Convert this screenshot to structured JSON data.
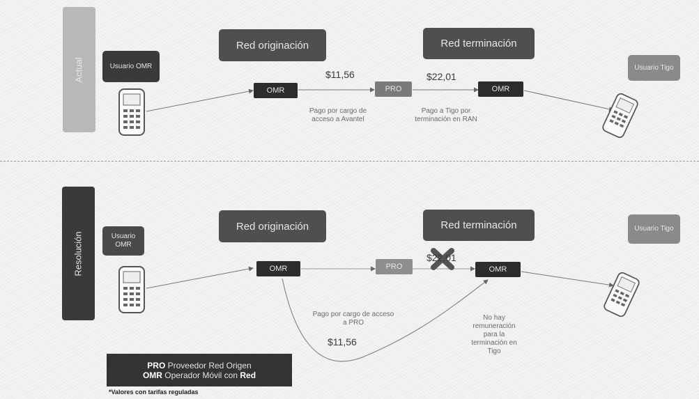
{
  "top": {
    "section_label": "Actual",
    "user_box": "Usuario OMR",
    "dest_box": "Usuario Tigo",
    "red_origin": "Red originación",
    "red_term": "Red terminación",
    "omr_left": "OMR",
    "pro": "PRO",
    "omr_right": "OMR",
    "amount1": "$11,56",
    "amount2": "$22,01",
    "note1": "Pago por cargo de acceso a Avantel",
    "note2": "Pago  a Tigo por terminación en RAN"
  },
  "bottom": {
    "section_label": "Resolución",
    "user_box": "Usuario OMR",
    "dest_box": "Usuario Tigo",
    "red_origin": "Red originación",
    "red_term": "Red terminación",
    "omr_left": "OMR",
    "pro": "PRO",
    "omr_right": "OMR",
    "amount_crossed": "$22,01",
    "amount_pay": "$11,56",
    "note1": "Pago por cargo de acceso a PRO",
    "note2": "No hay remuneración para la terminación en Tigo"
  },
  "legend": {
    "line1_abbr": "PRO",
    "line1_text": " Proveedor Red Origen",
    "line2_abbr": "OMR",
    "line2_text": " Operador Móvil con ",
    "line2_bold": "Red"
  },
  "footnote": "*Valores con tarifas reguladas",
  "colors": {
    "dark": "#2c2c2c",
    "mid": "#4f4f4f",
    "pro": "#7a7a7a",
    "section_top": "#b8b8b8",
    "section_bottom": "#3a3a3a"
  }
}
